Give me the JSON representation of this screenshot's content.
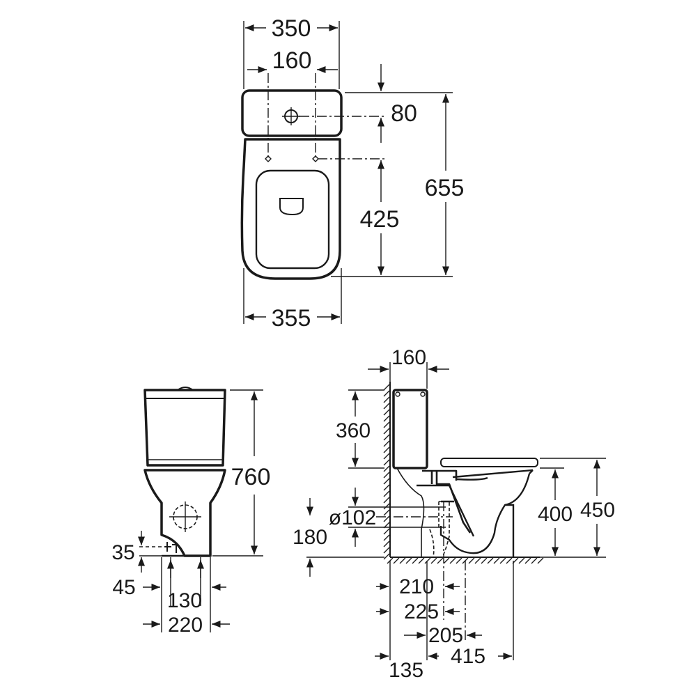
{
  "top_view": {
    "width_tank": "350",
    "fixing_spacing": "160",
    "inlet_offset": "80",
    "overall_depth": "655",
    "fixing_to_front": "425",
    "width_bowl": "355"
  },
  "front_view": {
    "height": "760",
    "inlet_height": "35",
    "inlet_side": "45",
    "outlet_spacing": "130",
    "base_width": "220"
  },
  "side_view": {
    "tank_depth": "160",
    "tank_height": "360",
    "pipe_diameter": "ø102",
    "pipe_height": "180",
    "bowl_height": "400",
    "seat_height": "450",
    "outlet_210": "210",
    "outlet_225": "225",
    "dim_205": "205",
    "dim_415": "415",
    "dim_135": "135"
  }
}
